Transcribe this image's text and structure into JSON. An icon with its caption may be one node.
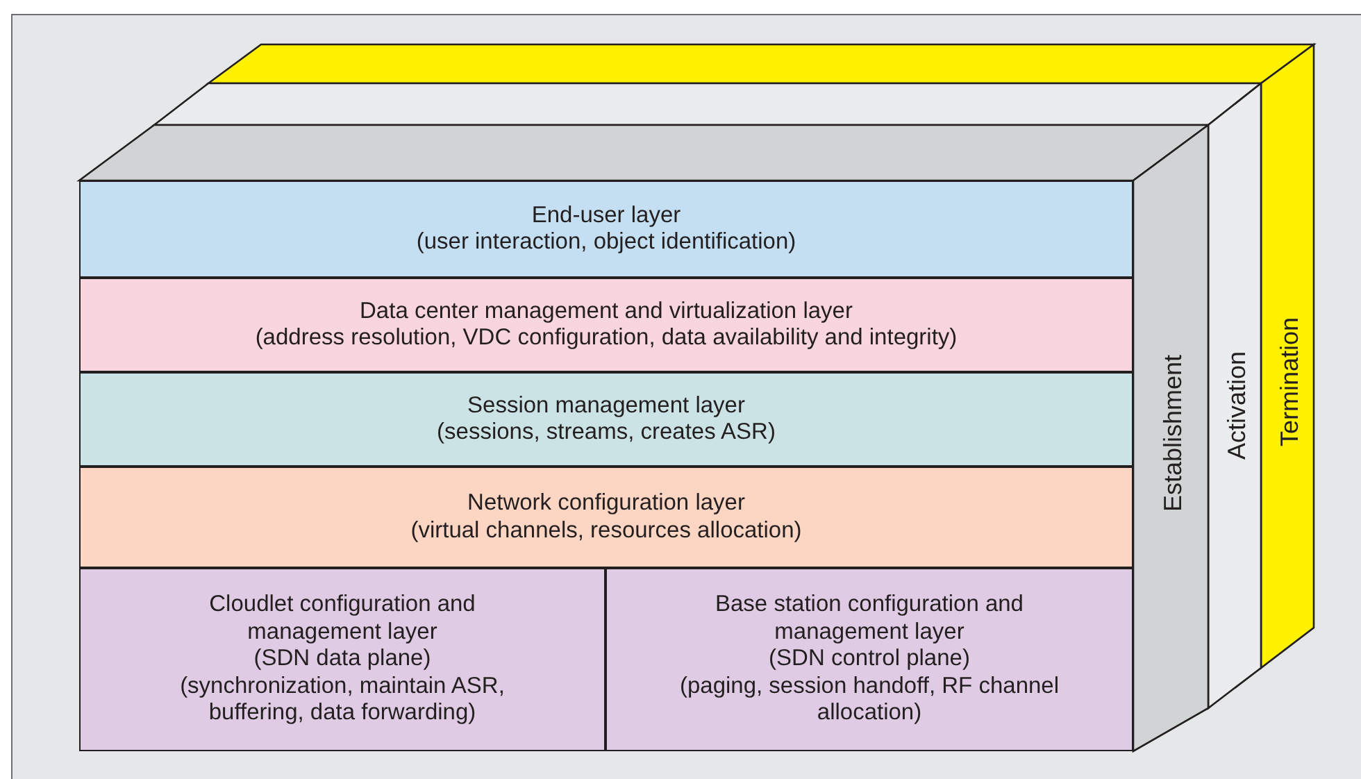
{
  "diagram": {
    "nodes": [
      {
        "text": [
          "End-user layer",
          "(user interaction, object identification)"
        ]
      },
      {
        "text": [
          "Data center management and virtualization layer",
          "(address resolution, VDC configuration, data availability and integrity)"
        ]
      },
      {
        "text": [
          "Session management layer",
          "(sessions, streams, creates ASR)"
        ]
      },
      {
        "text": [
          "Network configuration layer",
          "(virtual channels, resources allocation)"
        ]
      },
      {
        "text": [
          "Cloudlet configuration and management layer",
          "(SDN data plane)",
          "(synchronization, maintain ASR, buffering, data forwarding)"
        ]
      },
      {
        "text": [
          "Base station configuration and management layer",
          "(SDN control plane)",
          "(paging, session handoff, RF channel allocation)"
        ]
      },
      {
        "text": [
          "Establishment"
        ]
      },
      {
        "text": [
          "Activation"
        ]
      },
      {
        "text": [
          "Termination"
        ]
      }
    ]
  }
}
